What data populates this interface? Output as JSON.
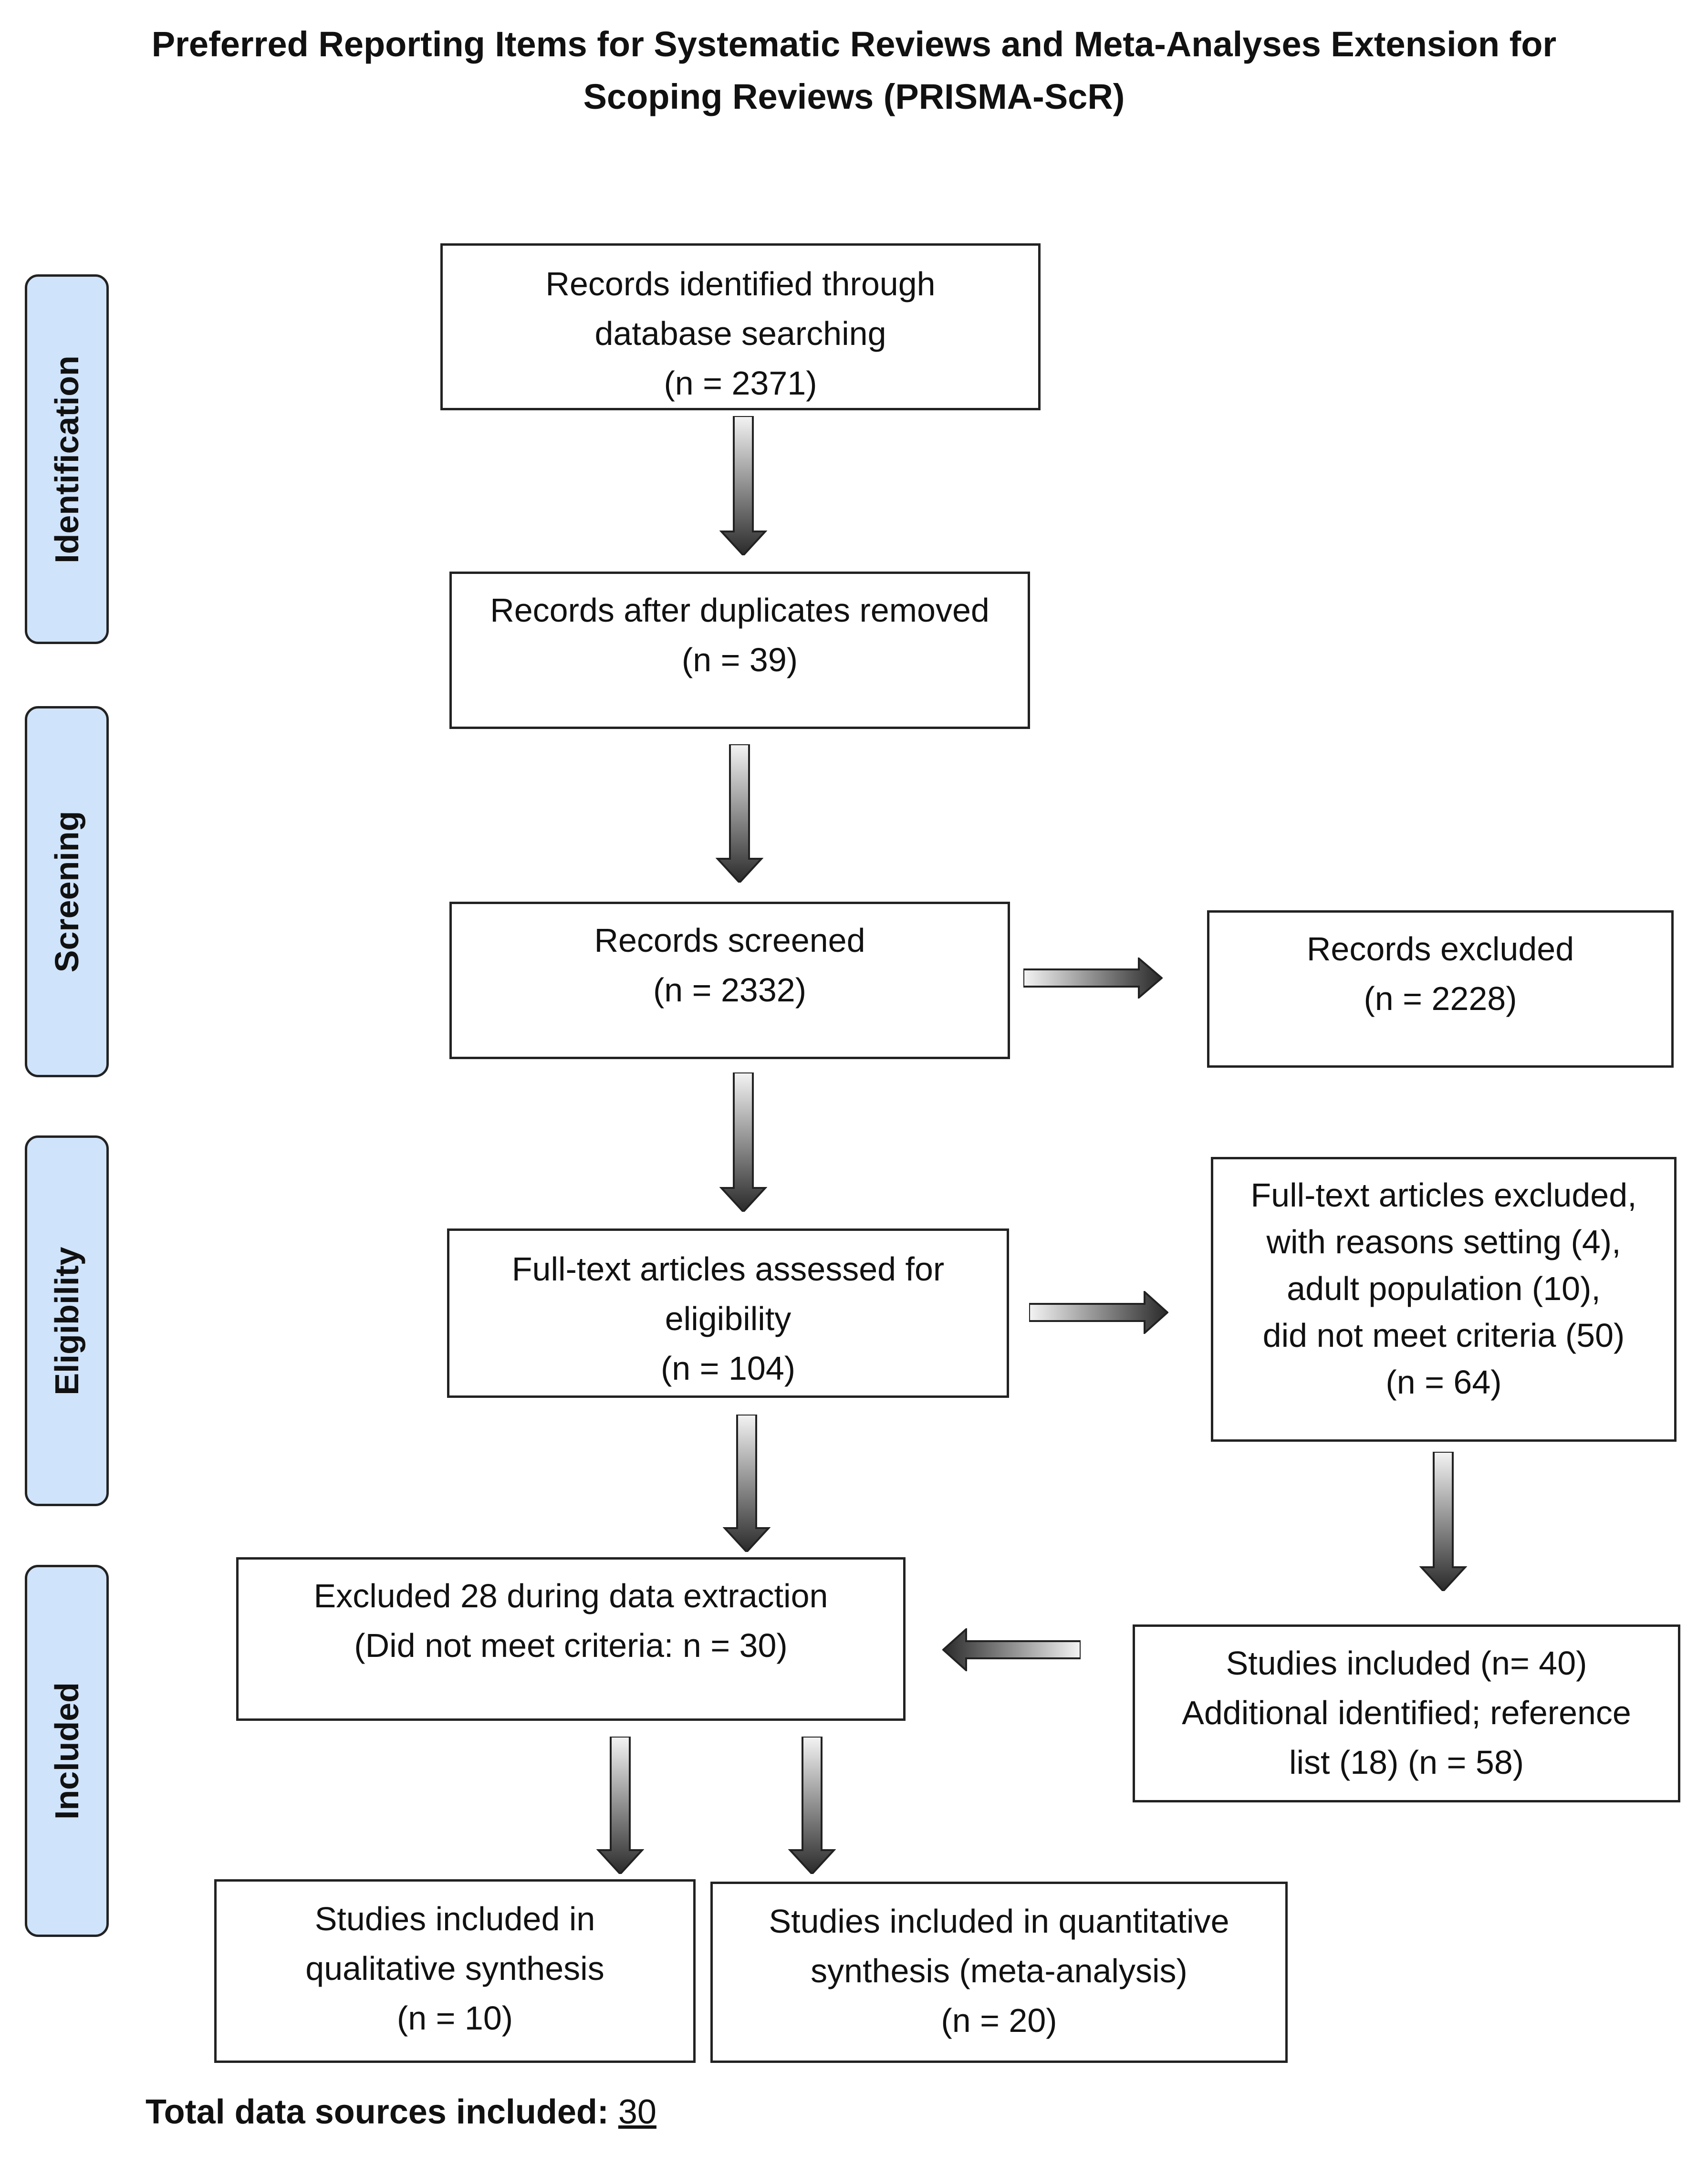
{
  "title": {
    "line1": "Preferred Reporting Items for Systematic Reviews and Meta-Analyses Extension for",
    "line2": "Scoping Reviews (PRISMA-ScR)"
  },
  "stages": {
    "identification": "Identification",
    "screening": "Screening",
    "eligibility": "Eligibility",
    "included": "Included"
  },
  "boxes": {
    "records_identified": [
      "Records identified through",
      "database searching",
      "(n = 2371)"
    ],
    "duplicates_removed": [
      "Records after duplicates removed",
      "(n = 39)"
    ],
    "records_screened": [
      "Records screened",
      "(n = 2332)"
    ],
    "records_excluded": [
      "Records excluded",
      "(n = 2228)"
    ],
    "fulltext_assessed": [
      "Full-text articles assessed for",
      "eligibility",
      "(n = 104)"
    ],
    "fulltext_excluded": [
      "Full-text articles excluded,",
      "with reasons setting (4),",
      "adult population (10),",
      "did not meet criteria (50)",
      "(n = 64)"
    ],
    "excluded_extraction": [
      "Excluded 28 during data extraction",
      "(Did not meet criteria: n = 30)"
    ],
    "studies_included": [
      "Studies included (n= 40)",
      "Additional identified; reference",
      "list (18) (n = 58)"
    ],
    "qualitative": [
      "Studies included in",
      "qualitative synthesis",
      "(n = 10)"
    ],
    "quantitative": [
      "Studies included in quantitative",
      "synthesis (meta-analysis)",
      "(n = 20)"
    ]
  },
  "footer": {
    "label": "Total data sources included: ",
    "value": "30"
  },
  "colors": {
    "stage_fill": "#cfe3fb",
    "border": "#222222",
    "arrow_light": "#f4f4f4",
    "arrow_dark": "#2a2a2a"
  }
}
